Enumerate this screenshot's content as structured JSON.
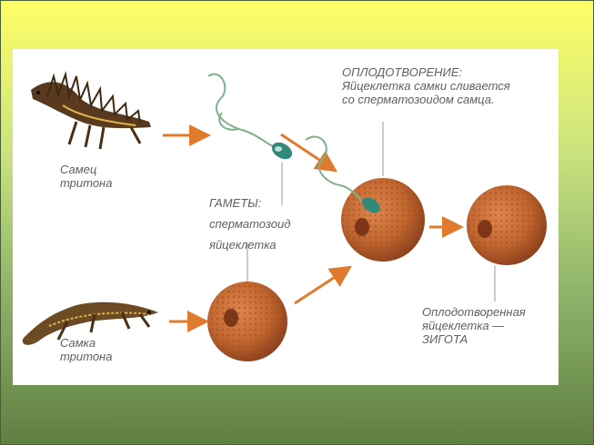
{
  "labels": {
    "male": [
      "Самец",
      "тритона"
    ],
    "female": [
      "Самка",
      "тритона"
    ],
    "gametes_title": "ГАМЕТЫ:",
    "sperm": "сперматозоид",
    "egg": "яйцеклетка",
    "fertilization_title": "ОПЛОДОТВОРЕНИЕ:",
    "fertilization_desc": [
      "Яйцеклетка самки сливается",
      "со сперматозоидом самца."
    ],
    "zygote": [
      "Оплодотворенная",
      "яйцеклетка —",
      "ЗИГОТА"
    ]
  },
  "colors": {
    "arrow": "#e07a2c",
    "egg": "#c0652e",
    "egg_dark": "#7e3618",
    "sperm_head": "#2f8a7a",
    "newt_male": "#5a3a1e",
    "newt_female": "#6b4a24",
    "leader": "#9a9a9a"
  }
}
